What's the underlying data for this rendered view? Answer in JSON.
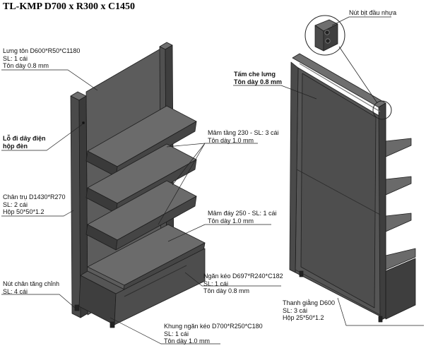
{
  "title": "TL-KMP D700 x R300 x C1450",
  "labels": {
    "back_panel": {
      "line1": "Lưng tôn D600*R50*C1180",
      "line2": "SL: 1 cái",
      "line3": "Tôn dày 0.8 mm"
    },
    "wire_hole": {
      "line1": "Lỗ đi dây điện",
      "line2": "hộp đèn"
    },
    "post": {
      "line1": "Chân trụ D1430*R270",
      "line2": "SL: 2 cái",
      "line3": "Hộp 50*50*1.2"
    },
    "foot": {
      "line1": "Nút chân tăng chỉnh",
      "line2": "SL: 4 cái"
    },
    "shelf_tray": {
      "line1": "Mâm tầng 230 - SL: 3 cái",
      "line2": "Tôn dày 1.0 mm"
    },
    "bottom_tray": {
      "line1": "Mâm đáy 250 - SL: 1 cái",
      "line2": "Tôn dày 1.0 mm"
    },
    "drawer": {
      "line1": "Ngăn kéo D697*R240*C182",
      "line2": "SL: 1 cái",
      "line3": "Tôn dày 0.8 mm"
    },
    "drawer_frame": {
      "line1": "Khung ngăn kéo D700*R250*C180",
      "line2": "SL: 1 cái",
      "line3": "Tôn dày 1.0 mm"
    },
    "cover_panel": {
      "line1": "Tấm che lưng",
      "line2": "Tôn dày 0.8 mm"
    },
    "plastic_cap": {
      "line1": "Nút bịt đầu nhựa"
    },
    "crossbar": {
      "line1": "Thanh giằng D600",
      "line2": "SL: 3 cái",
      "line3": "Hộp 25*50*1.2"
    }
  },
  "colors": {
    "steel_dark": "#4a4a4a",
    "steel_mid": "#5c5c5c",
    "steel_light": "#6e6e6e",
    "panel": "#555555",
    "edge": "#1e1e1e",
    "leader": "#222222"
  }
}
